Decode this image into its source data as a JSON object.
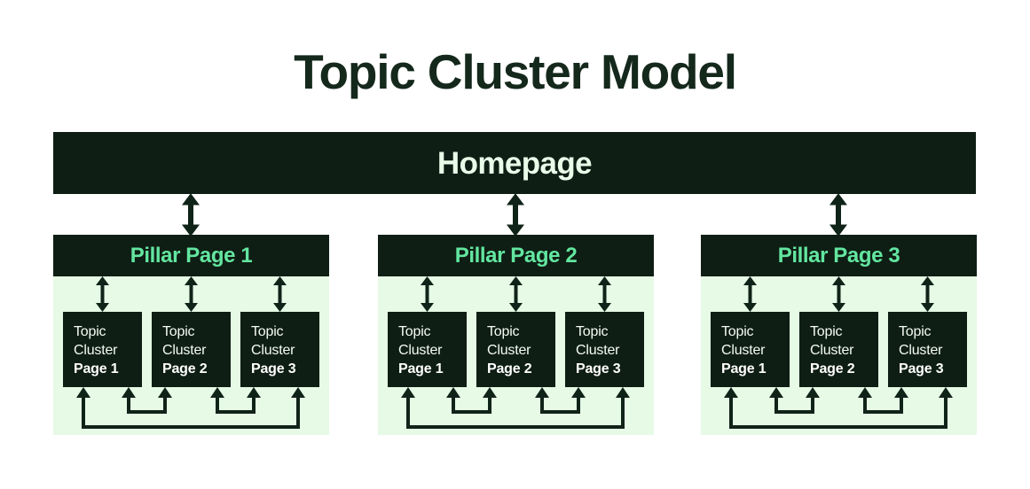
{
  "page": {
    "title": "Topic Cluster Model",
    "background_color": "#FFFFFF"
  },
  "colors": {
    "dark_box": "#0E1E14",
    "panel_green": "#E6FAE6",
    "mint_accent": "#63E6A0",
    "light_text": "#E9FBE9",
    "title_text": "#14281B",
    "arrow": "#102318"
  },
  "diagram": {
    "type": "hierarchy-diagram",
    "homepage": {
      "label": "Homepage"
    },
    "groups": [
      {
        "pillar": {
          "label": "Pillar Page 1"
        },
        "clusters": [
          {
            "line1": "Topic",
            "line2": "Cluster",
            "line3": "Page 1"
          },
          {
            "line1": "Topic",
            "line2": "Cluster",
            "line3": "Page 2"
          },
          {
            "line1": "Topic",
            "line2": "Cluster",
            "line3": "Page 3"
          }
        ]
      },
      {
        "pillar": {
          "label": "Pillar Page 2"
        },
        "clusters": [
          {
            "line1": "Topic",
            "line2": "Cluster",
            "line3": "Page 1"
          },
          {
            "line1": "Topic",
            "line2": "Cluster",
            "line3": "Page 2"
          },
          {
            "line1": "Topic",
            "line2": "Cluster",
            "line3": "Page 3"
          }
        ]
      },
      {
        "pillar": {
          "label": "Pillar Page 3"
        },
        "clusters": [
          {
            "line1": "Topic",
            "line2": "Cluster",
            "line3": "Page 1"
          },
          {
            "line1": "Topic",
            "line2": "Cluster",
            "line3": "Page 2"
          },
          {
            "line1": "Topic",
            "line2": "Cluster",
            "line3": "Page 3"
          }
        ]
      }
    ],
    "connectors": {
      "homepage_to_pillar": "double-arrow-vertical",
      "pillar_to_cluster": "double-arrow-vertical",
      "cluster_to_cluster": "up-arrow-u-link"
    }
  }
}
